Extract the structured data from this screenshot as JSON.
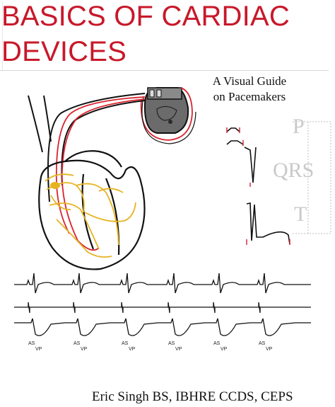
{
  "cover": {
    "title_line1": "BASICS OF CARDIAC",
    "title_line2": "DEVICES",
    "subtitle_line1": "A Visual Guide",
    "subtitle_line2": "on Pacemakers",
    "author": "Eric Singh BS, IBHRE CCDS, CEPS"
  },
  "waveform_labels": {
    "p": "P",
    "qrs": "QRS",
    "t": "T"
  },
  "strip_annotations": [
    {
      "top": "AS",
      "bottom": "VP"
    },
    {
      "top": "AS",
      "bottom": "VP"
    },
    {
      "top": "AS",
      "bottom": "VP"
    },
    {
      "top": "AS",
      "bottom": "VP"
    },
    {
      "top": "AS",
      "bottom": "VP"
    },
    {
      "top": "AS",
      "bottom": "VP"
    }
  ],
  "colors": {
    "title_red": "#c8182a",
    "lead_red": "#d9232d",
    "conduction_yellow": "#e6b422",
    "device_gray": "#5a5a5a"
  }
}
